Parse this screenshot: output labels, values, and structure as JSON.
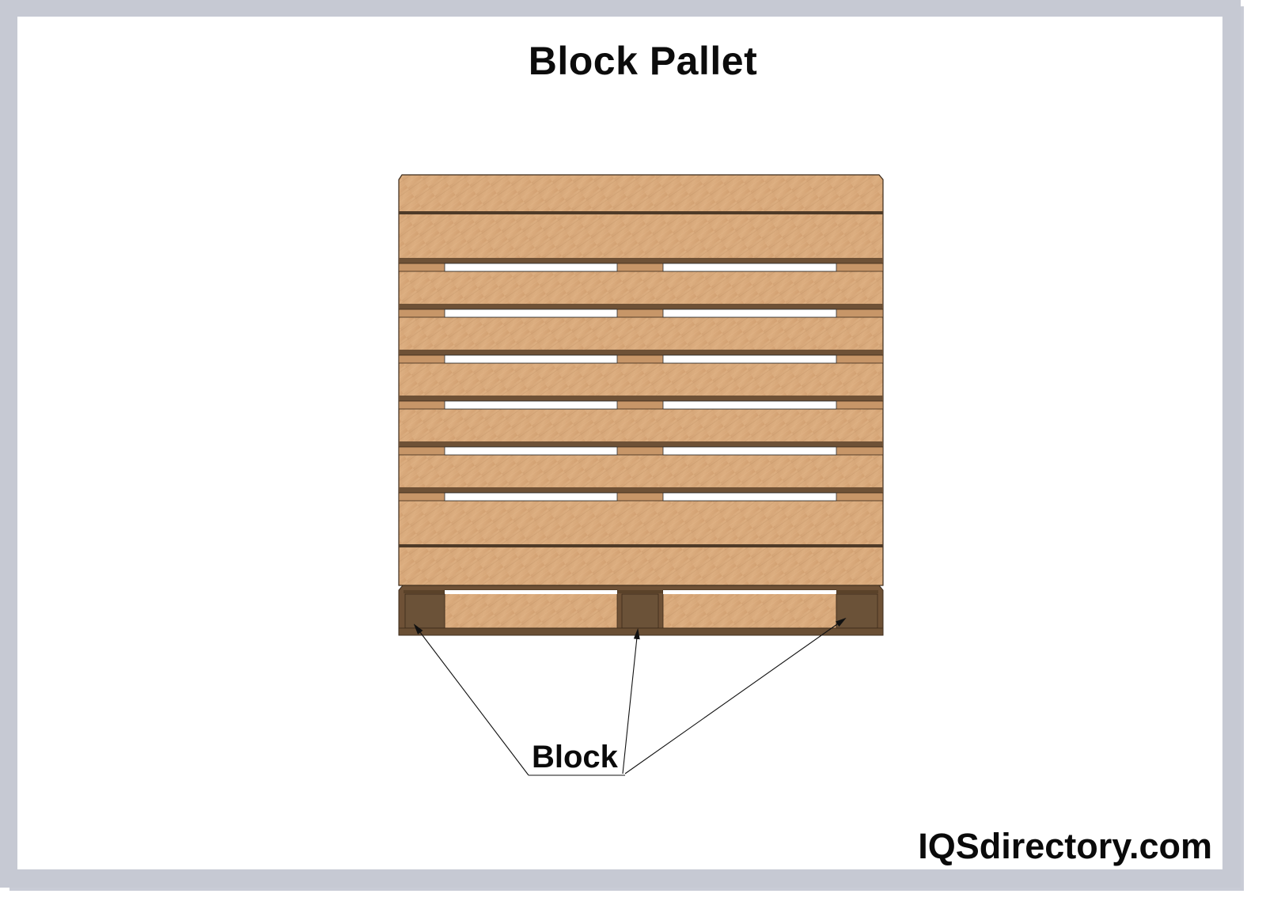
{
  "title": "Block Pallet",
  "callout": {
    "label": "Block",
    "targets": [
      "left-block",
      "center-block",
      "right-block"
    ]
  },
  "watermark": "IQSdirectory.com",
  "colors": {
    "frame": "#c6c9d3",
    "panel": "#ffffff",
    "wood_light": "#d9a97a",
    "wood_mid": "#c99a6c",
    "wood_dark": "#6e5136",
    "block_dark": "#6b5238",
    "gap": "#ffffff",
    "text": "#0c0c0c"
  },
  "pallet": {
    "deck_boards": 9,
    "openings_per_row": 2,
    "blocks_visible": 3
  }
}
